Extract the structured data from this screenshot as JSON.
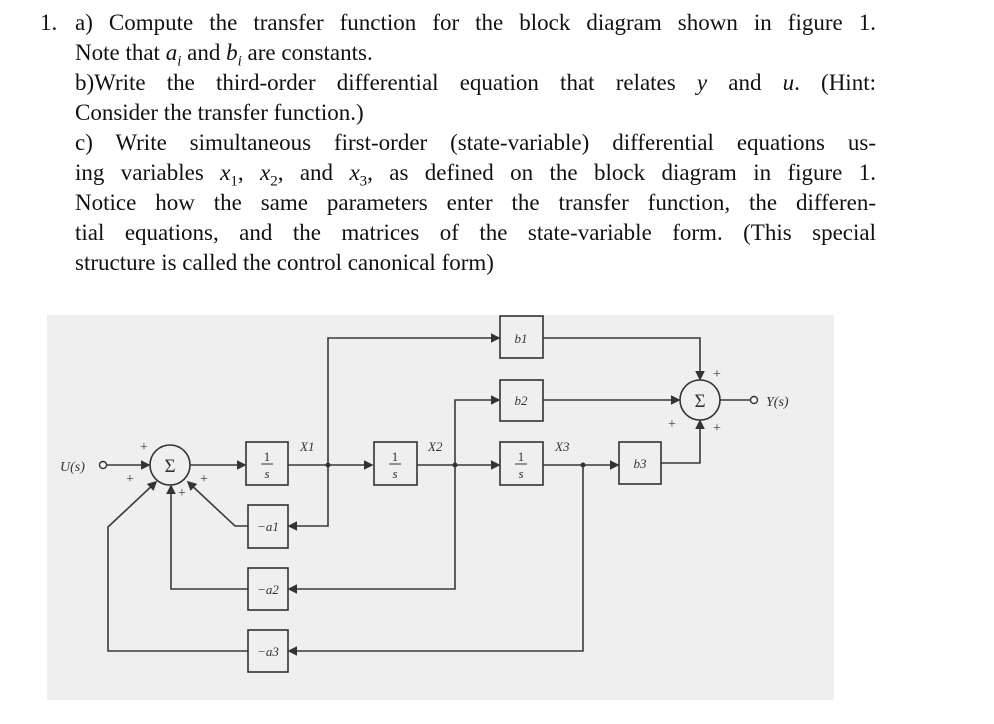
{
  "problem": {
    "number": "1.",
    "part_a_line1": "a) Compute the transfer function for the block diagram shown in figure 1.",
    "part_a_line2_pre": "Note that ",
    "a_var": "a",
    "b_var": "b",
    "sub_i": "i",
    "and": " and ",
    "part_a_line2_post": " are constants.",
    "part_b_line1_pre": "b)Write the third-order differential equation that relates ",
    "y_var": "y",
    "u_var": "u",
    "part_b_line1_post": ". (Hint:",
    "part_b_line2": "Consider the transfer function.)",
    "part_c_line1": "c) Write simultaneous first-order (state-variable) differential equations us-",
    "part_c_line2_pre": "ing variables ",
    "x_var": "x",
    "sub_1": "1",
    "sub_2": "2",
    "sub_3": "3",
    "comma": ", ",
    "comma_and": ", and ",
    "part_c_line2_post": ", as defined on the block diagram in figure 1.",
    "part_c_line3": "Notice how the same parameters enter the transfer function, the differen-",
    "part_c_line4": "tial equations, and the matrices of the state-variable form. (This special",
    "part_c_line5": "structure is called the control canonical form)"
  },
  "diagram": {
    "input_label": "U(s)",
    "output_label": "Y(s)",
    "sum_symbol": "Σ",
    "plus": "+",
    "integrator_num": "1",
    "integrator_den": "s",
    "state_labels": [
      "X1",
      "X2",
      "X3"
    ],
    "feedback_gains": [
      "−a1",
      "−a2",
      "−a3"
    ],
    "output_gains": [
      "b1",
      "b2",
      "b3"
    ]
  }
}
